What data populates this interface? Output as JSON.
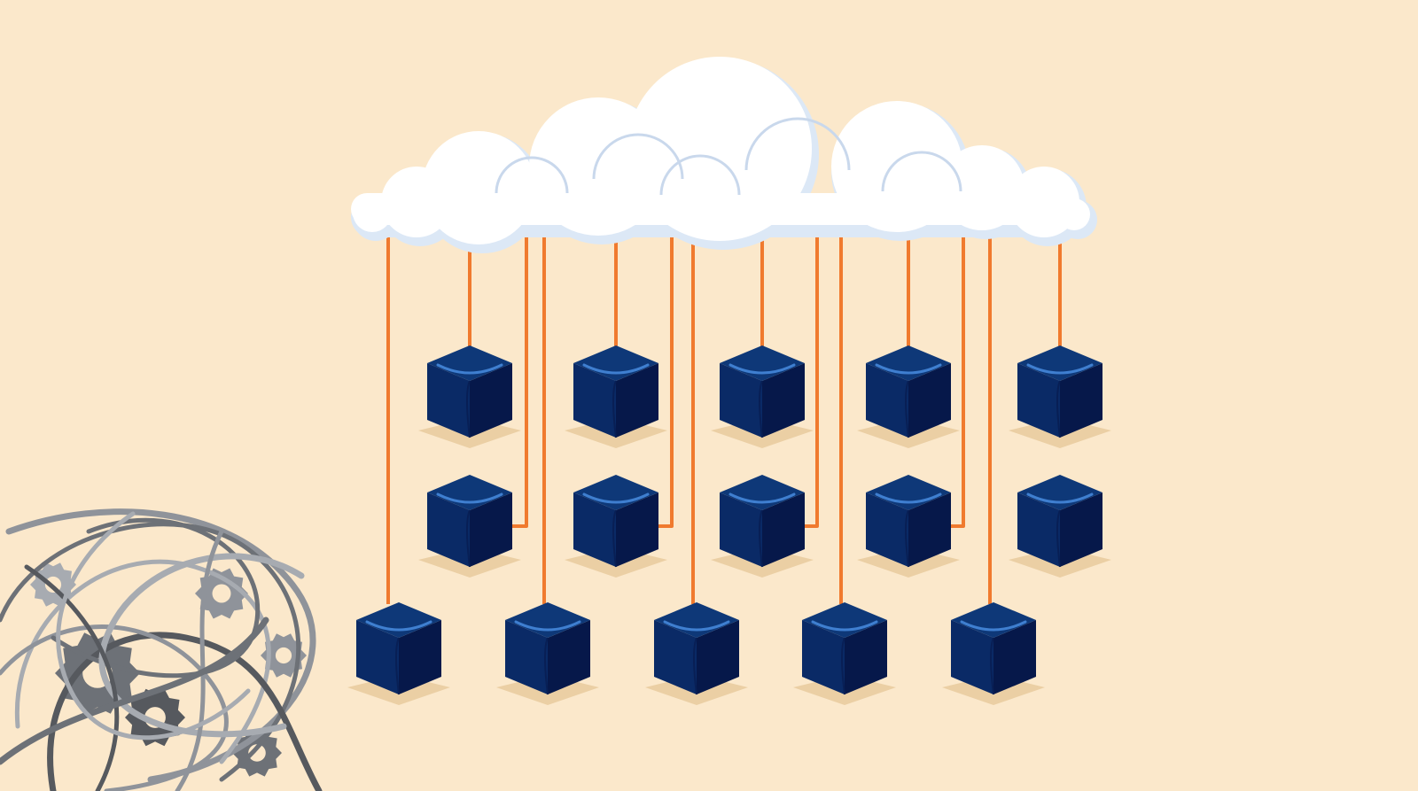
{
  "scene": {
    "background_color": "#fbe8cb",
    "cloud": {
      "fill_color": "#ffffff",
      "shade_color": "#dce8f6",
      "outline_color": "#c9d8ec"
    },
    "connectors": {
      "count": 14,
      "color": "#f07a2e"
    },
    "blocks": {
      "rows": [
        5,
        5,
        5
      ],
      "total": 15,
      "front_color": "#0a2a66",
      "side_color": "#06184a",
      "top_color": "#0e3878",
      "highlight_color": "#3f7fd0",
      "shadow_color": "#ebcfa4"
    },
    "tangle": {
      "icon": "tangled-cables-and-gears",
      "colors": [
        "#8f939a",
        "#6d7177",
        "#a7abb1",
        "#56595e"
      ]
    }
  }
}
